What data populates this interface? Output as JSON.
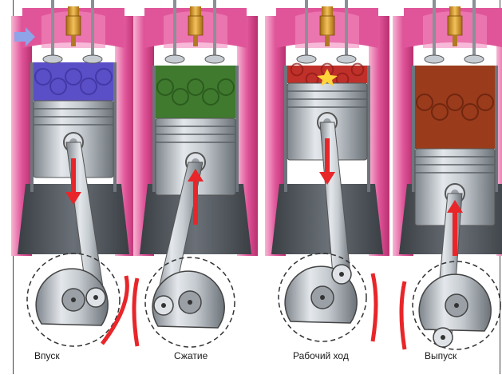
{
  "stages": [
    {
      "id": "intake",
      "label": "Впуск",
      "gas": "#5b4fc7",
      "gas_dark": "#3b2f9a",
      "piston": "down"
    },
    {
      "id": "compression",
      "label": "Сжатие",
      "gas": "#3f7a2e",
      "gas_dark": "#254f18",
      "piston": "up"
    },
    {
      "id": "power",
      "label": "Рабочий ход",
      "gas": "#c0302a",
      "gas_dark": "#8a1a14",
      "piston": "down"
    },
    {
      "id": "exhaust",
      "label": "Выпуск",
      "gas": "#9a3b1c",
      "gas_dark": "#5e1e0a",
      "piston": "up"
    }
  ],
  "colors": {
    "wall": "#e0559a",
    "wall_dark": "#b8306f",
    "metal": "#b9bfc6",
    "metal_dark": "#6e757c",
    "arrow": "#e8262a",
    "plug": "#d99a2a",
    "block": "#4a4f55",
    "inlet_arrow": "#8fa3e8"
  }
}
